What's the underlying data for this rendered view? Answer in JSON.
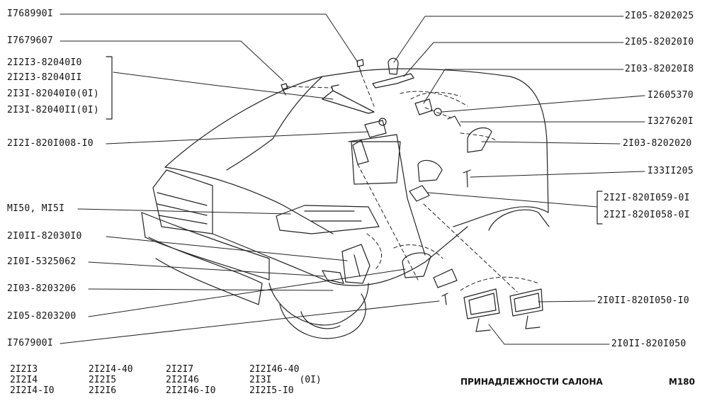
{
  "left_labels": [
    "I768990I",
    "I7679607",
    "2I2I3-82040I0",
    "2I2I3-82040II",
    "2I3I-82040I0(0I)",
    "2I3I-82040II(0I)",
    "2I2I-820I008-I0",
    "MI50, MI5I",
    "2I0II-82030I0",
    "2I0I-5325062",
    "2I03-8203206",
    "2I05-8203200",
    "I767900I"
  ],
  "right_labels": [
    "2I05-8202025",
    "2I05-82020I0",
    "2I03-82020I8",
    "I2605370",
    "I327620I",
    "2I03-8202020",
    "I33II205",
    "2I2I-820I059-0I",
    "2I2I-820I058-0I",
    "2I0II-820I050-I0",
    "2I0II-820I050"
  ],
  "models": [
    [
      "2I2I3",
      "2I2I4",
      "2I2I4-I0"
    ],
    [
      "2I2I4-40",
      "2I2I5",
      "2I2I6"
    ],
    [
      "2I2I7",
      "2I2I46",
      "2I2I46-I0"
    ],
    [
      "2I2I46-40",
      "2I3I     (0I)",
      "2I2I5-I0"
    ]
  ],
  "page_title": "ПРИНАДЛЕЖНОСТИ САЛОНА",
  "page_code": "M180"
}
